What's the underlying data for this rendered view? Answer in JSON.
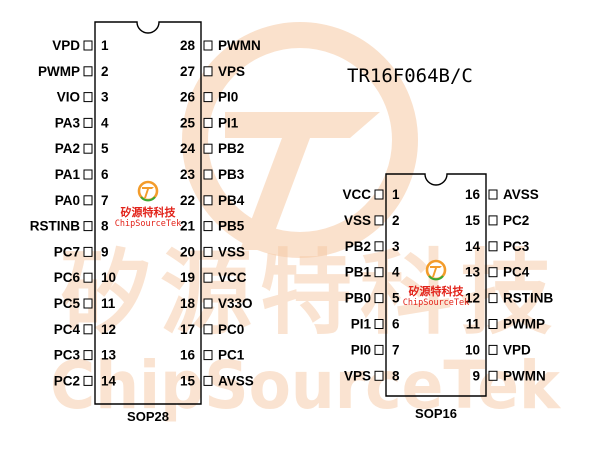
{
  "title": "TR16F064B/C",
  "watermark": {
    "cn_text": "矽源特科技",
    "en_text": "ChipSourceTek",
    "logo_icon": "chipsourcetek-logo-icon",
    "color": "#f6c9a4"
  },
  "colors": {
    "outline": "#000000",
    "logo_orange": "#f39c2b",
    "logo_red": "#e2231a",
    "logo_green": "#3aa935"
  },
  "sop28": {
    "package": "SOP28",
    "left_pins": [
      {
        "num": "1",
        "name": "VPD"
      },
      {
        "num": "2",
        "name": "PWMP"
      },
      {
        "num": "3",
        "name": "VIO"
      },
      {
        "num": "4",
        "name": "PA3"
      },
      {
        "num": "5",
        "name": "PA2"
      },
      {
        "num": "6",
        "name": "PA1"
      },
      {
        "num": "7",
        "name": "PA0"
      },
      {
        "num": "8",
        "name": "RSTINB"
      },
      {
        "num": "9",
        "name": "PC7"
      },
      {
        "num": "10",
        "name": "PC6"
      },
      {
        "num": "11",
        "name": "PC5"
      },
      {
        "num": "12",
        "name": "PC4"
      },
      {
        "num": "13",
        "name": "PC3"
      },
      {
        "num": "14",
        "name": "PC2"
      }
    ],
    "right_pins": [
      {
        "num": "28",
        "name": "PWMN"
      },
      {
        "num": "27",
        "name": "VPS"
      },
      {
        "num": "26",
        "name": "PI0"
      },
      {
        "num": "25",
        "name": "PI1"
      },
      {
        "num": "24",
        "name": "PB2"
      },
      {
        "num": "23",
        "name": "PB3"
      },
      {
        "num": "22",
        "name": "PB4"
      },
      {
        "num": "21",
        "name": "PB5"
      },
      {
        "num": "20",
        "name": "VSS"
      },
      {
        "num": "19",
        "name": "VCC"
      },
      {
        "num": "18",
        "name": "V33O"
      },
      {
        "num": "17",
        "name": "PC0"
      },
      {
        "num": "16",
        "name": "PC1"
      },
      {
        "num": "15",
        "name": "AVSS"
      }
    ]
  },
  "sop16": {
    "package": "SOP16",
    "left_pins": [
      {
        "num": "1",
        "name": "VCC"
      },
      {
        "num": "2",
        "name": "VSS"
      },
      {
        "num": "3",
        "name": "PB2"
      },
      {
        "num": "4",
        "name": "PB1"
      },
      {
        "num": "5",
        "name": "PB0"
      },
      {
        "num": "6",
        "name": "PI1"
      },
      {
        "num": "7",
        "name": "PI0"
      },
      {
        "num": "8",
        "name": "VPS"
      }
    ],
    "right_pins": [
      {
        "num": "16",
        "name": "AVSS"
      },
      {
        "num": "15",
        "name": "PC2"
      },
      {
        "num": "14",
        "name": "PC3"
      },
      {
        "num": "13",
        "name": "PC4"
      },
      {
        "num": "12",
        "name": "RSTINB"
      },
      {
        "num": "11",
        "name": "PWMP"
      },
      {
        "num": "10",
        "name": "VPD"
      },
      {
        "num": "9",
        "name": "PWMN"
      }
    ]
  }
}
